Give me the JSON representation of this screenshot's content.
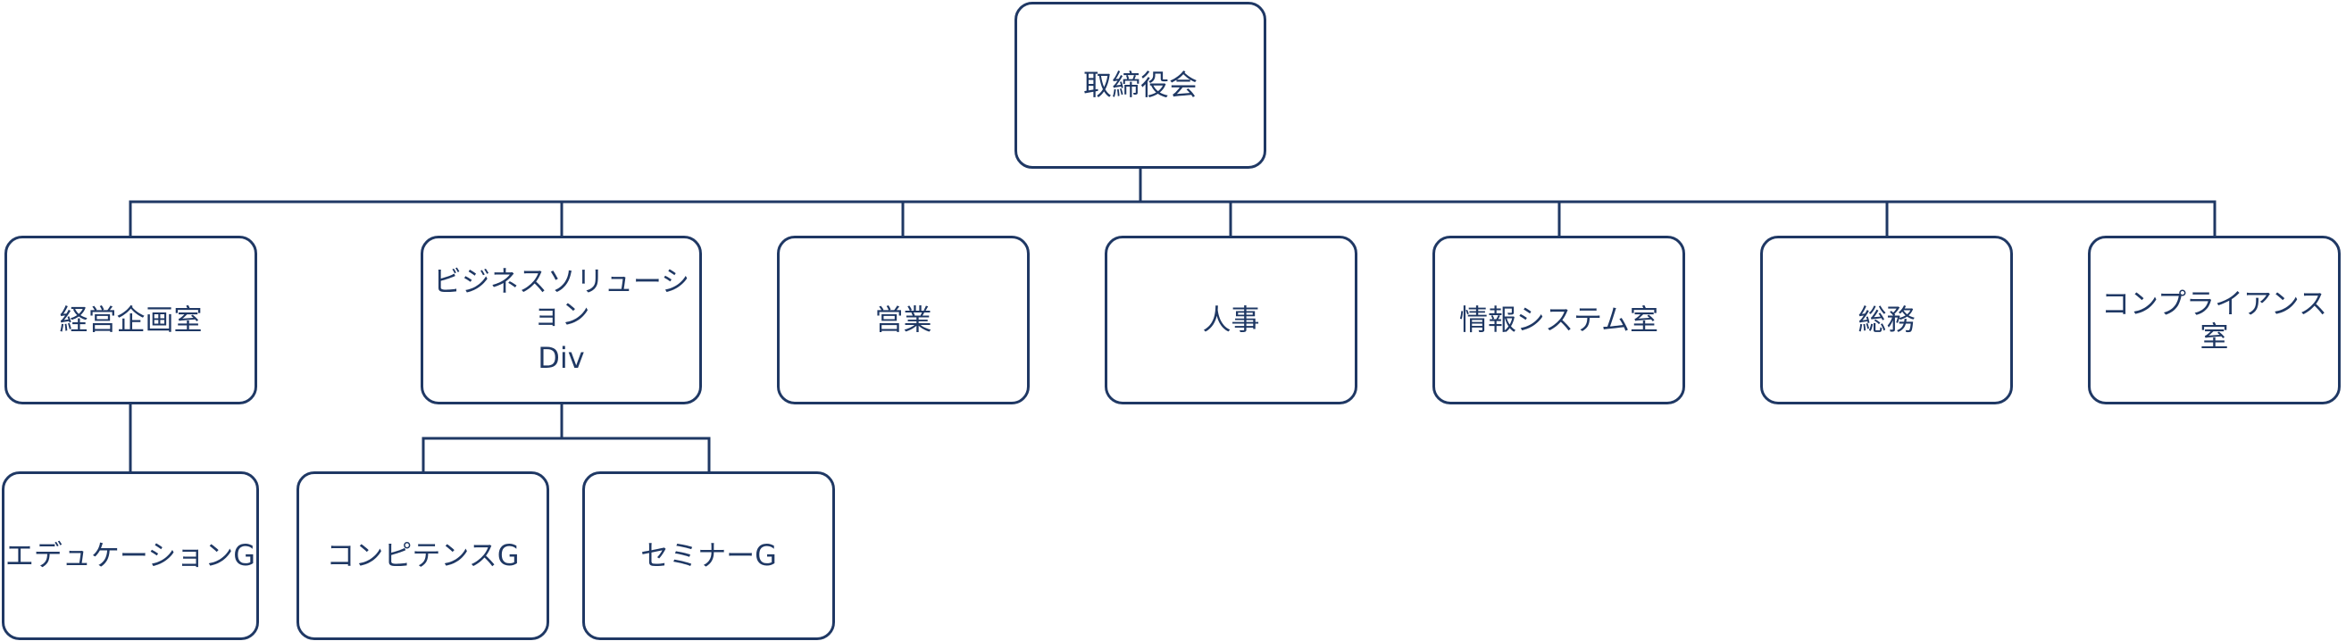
{
  "colors": {
    "stroke": "#1f3864",
    "text": "#1f3864",
    "background": "#ffffff"
  },
  "nodes": {
    "board": "取締役会",
    "corporate_planning": "経営企画室",
    "business_solution": {
      "line1": "ビジネスソリューション",
      "line2": "Div"
    },
    "sales": "営業",
    "hr": "人事",
    "info_systems": "情報システム室",
    "general_affairs": "総務",
    "compliance": "コンプライアンス室",
    "education_group": "エデュケーションG",
    "competence_group": "コンピテンスG",
    "seminar_group": "セミナーG"
  }
}
